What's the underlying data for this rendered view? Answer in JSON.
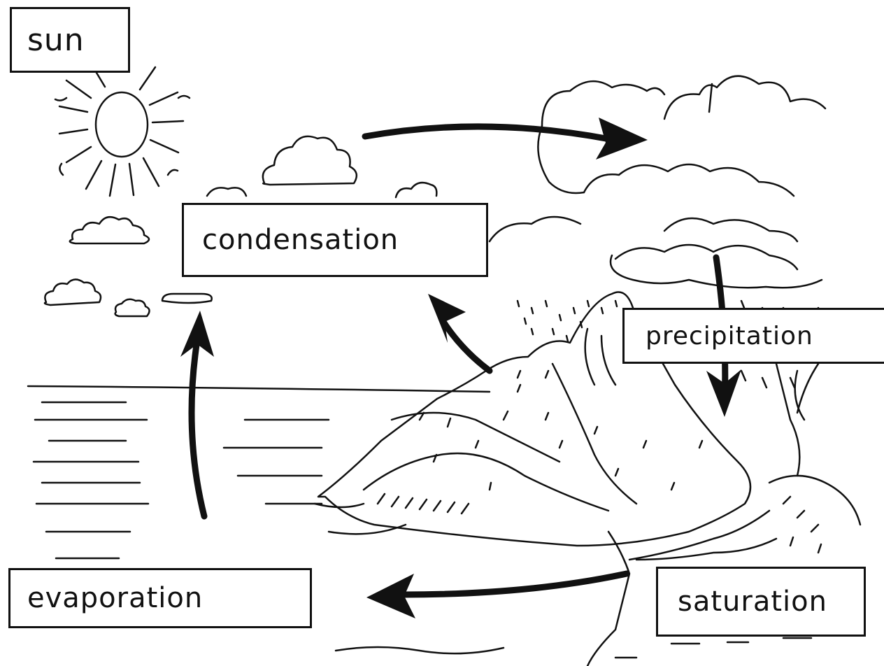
{
  "labels": {
    "sun": "sun",
    "condensation": "condensation",
    "precipitation": "precipitation",
    "evaporation": "evaporation",
    "saturation": "saturation"
  },
  "colors": {
    "ink": "#111111",
    "paper": "#ffffff"
  }
}
